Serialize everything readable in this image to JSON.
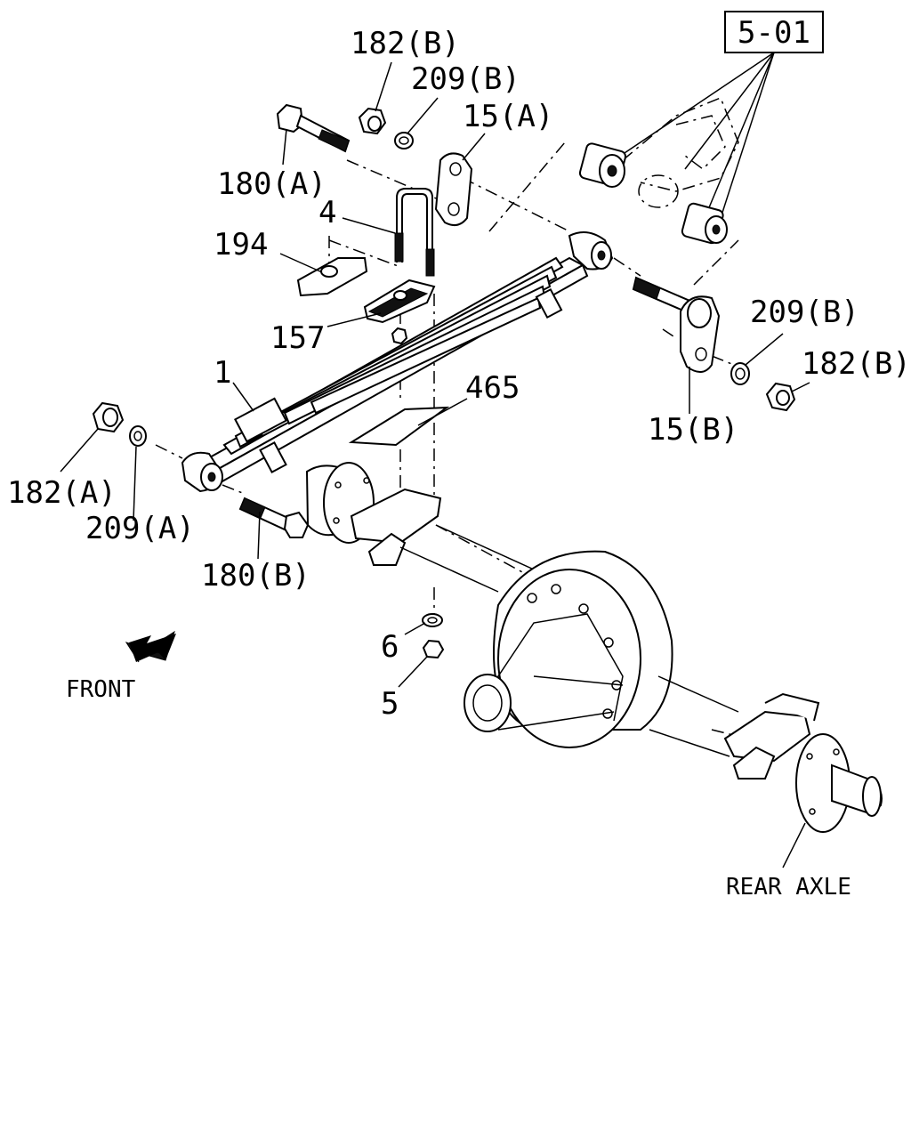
{
  "reference_box": "5-01",
  "labels": {
    "nut_182b_top": "182(B)",
    "washer_209b_top": "209(B)",
    "shackle_15a": "15(A)",
    "bolt_180a": "180(A)",
    "ubolt_4": "4",
    "plate_194": "194",
    "bracket_157": "157",
    "spring_1": "1",
    "pad_465": "465",
    "washer_209b_right": "209(B)",
    "nut_182b_right": "182(B)",
    "shackle_15b": "15(B)",
    "nut_182a": "182(A)",
    "washer_209a": "209(A)",
    "bolt_180b": "180(B)",
    "washer_6": "6",
    "nut_5": "5",
    "front": "FRONT",
    "rear_axle": "REAR AXLE"
  },
  "colors": {
    "line": "#000000",
    "background": "#ffffff"
  },
  "icons": {
    "direction_arrow": "front-arrow-icon"
  }
}
